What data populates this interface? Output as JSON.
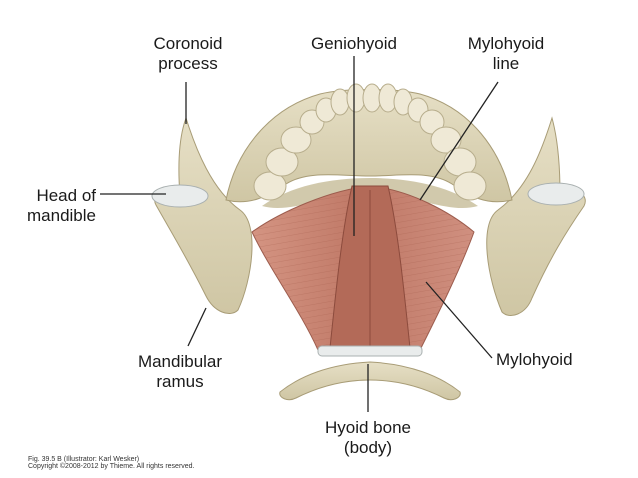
{
  "labels": {
    "coronoid_process": [
      "Coronoid",
      "process"
    ],
    "geniohyoid": [
      "Geniohyoid"
    ],
    "mylohyoid_line": [
      "Mylohyoid",
      "line"
    ],
    "head_of_mandible": [
      "Head of",
      "mandible"
    ],
    "mandibular_ramus": [
      "Mandibular",
      "ramus"
    ],
    "mylohyoid": [
      "Mylohyoid"
    ],
    "hyoid_bone_body": [
      "Hyoid bone",
      "(body)"
    ]
  },
  "credits": {
    "figure": "Fig. 39.5 B   (Illustrator: Karl Wesker)",
    "copyright": "Copyright ©2008-2012 by Thieme. All rights reserved."
  },
  "colors": {
    "bone": "#ddd5b8",
    "bone_shadow": "#b8ad88",
    "tooth": "#efe9d6",
    "cartilage": "#e9ecec",
    "muscle": "#c7816f",
    "muscle_dark": "#a9604f",
    "leader": "#222222"
  }
}
